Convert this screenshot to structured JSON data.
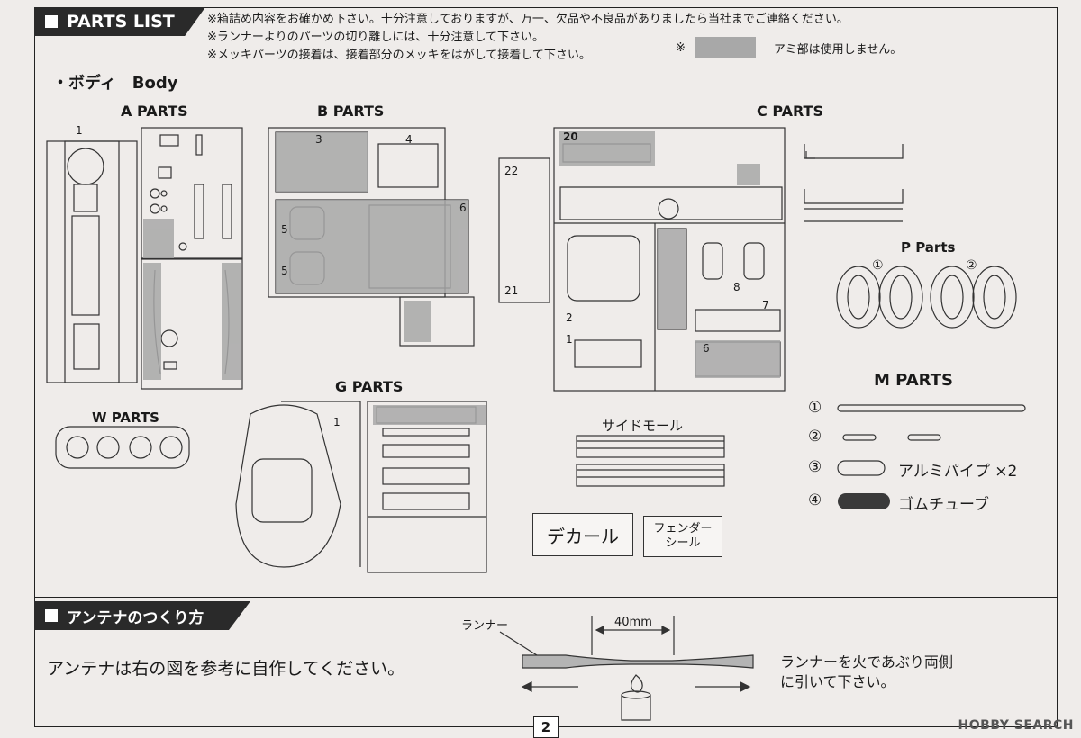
{
  "header": {
    "parts_list_title": "PARTS LIST",
    "notes": [
      "※箱詰め内容をお確かめ下さい。十分注意しておりますが、万一、欠品や不良品がありましたら当社までご連絡ください。",
      "※ランナーよりのパーツの切り離しには、十分注意して下さい。",
      "※メッキパーツの接着は、接着部分のメッキをはがして接着して下さい。"
    ],
    "mesh_prefix": "※",
    "mesh_note": "アミ部は使用しません。"
  },
  "body_section": {
    "title": "・ボディ　Body"
  },
  "runners": {
    "a": {
      "label": "A PARTS"
    },
    "b": {
      "label": "B PARTS"
    },
    "c": {
      "label": "C PARTS"
    },
    "g": {
      "label": "G PARTS"
    },
    "w": {
      "label": "W PARTS"
    },
    "p": {
      "label": "P Parts"
    },
    "m": {
      "label": "M PARTS"
    }
  },
  "side_mold": {
    "label": "サイドモール"
  },
  "decal": {
    "label": "デカール"
  },
  "fender_seal": {
    "label_line1": "フェンダー",
    "label_line2": "シール"
  },
  "m_parts": {
    "items": [
      {
        "num": "①",
        "text": ""
      },
      {
        "num": "②",
        "text": ""
      },
      {
        "num": "③",
        "text": "アルミパイプ ×2"
      },
      {
        "num": "④",
        "text": "ゴムチューブ"
      }
    ]
  },
  "p_parts": {
    "n1": "①",
    "n2": "②"
  },
  "antenna": {
    "title": "アンテナのつくり方",
    "instruction": "アンテナは右の図を参考に自作してください。",
    "runner_label": "ランナー",
    "dimension": "40mm",
    "step_line1": "ランナーを火であぶり両側",
    "step_line2": "に引いて下さい。"
  },
  "footer": {
    "page_number": "2",
    "watermark": "HOBBY SEARCH"
  },
  "colors": {
    "mesh": "#a8a8a8",
    "ink": "#1a1a1a",
    "paper": "#efecea"
  }
}
